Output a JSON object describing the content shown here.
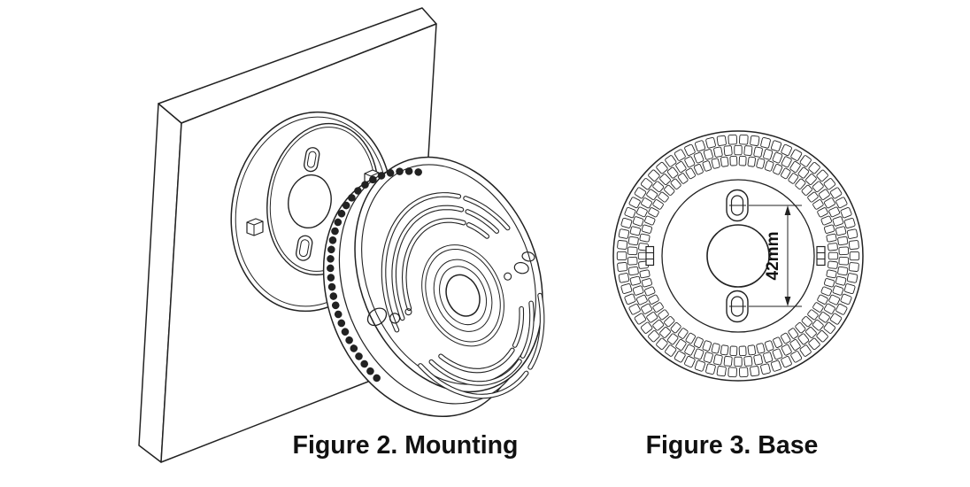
{
  "colors": {
    "background": "#ffffff",
    "line": "#222222",
    "text": "#111111"
  },
  "figure2": {
    "caption": "Figure 2. Mounting"
  },
  "figure3": {
    "caption": "Figure 3. Base",
    "dimension_label": "42mm"
  }
}
